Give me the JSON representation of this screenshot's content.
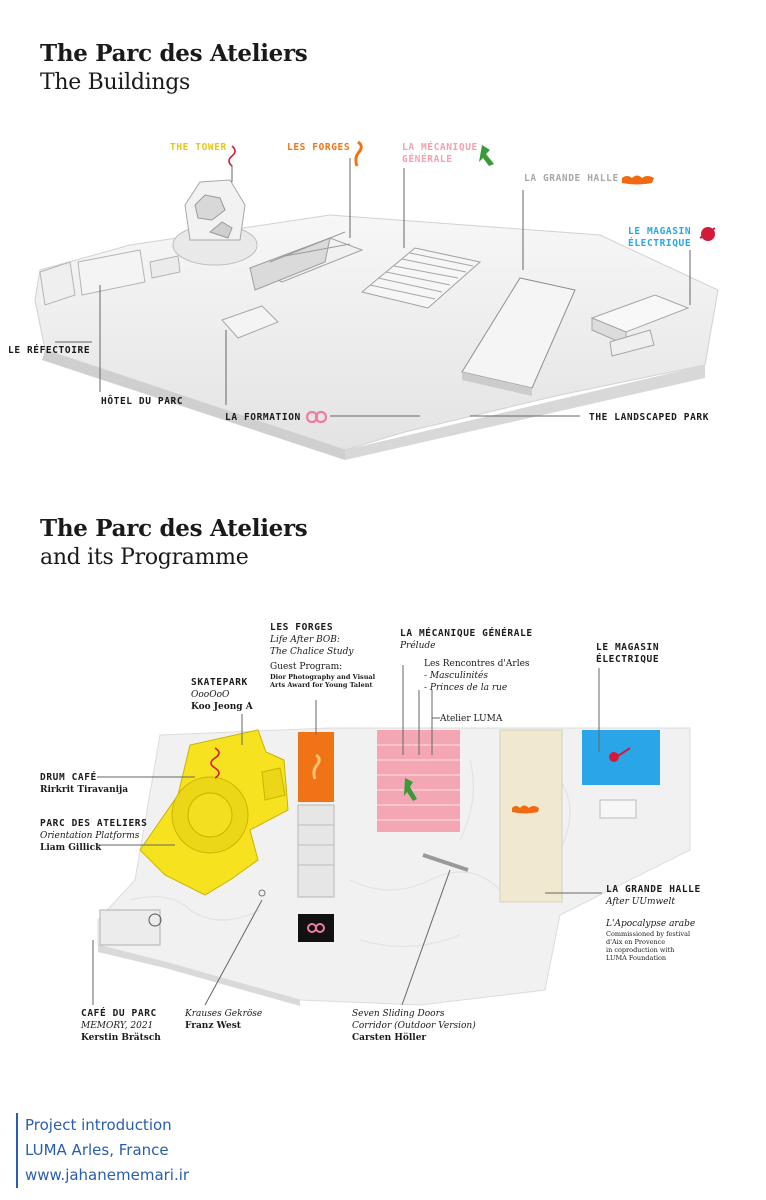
{
  "colors": {
    "tower": "#e8c61a",
    "forges": "#f07416",
    "mecanique": "#f4a0b0",
    "mecanique_green": "#3a9a3a",
    "grande_halle": "#f0e8d0",
    "grande_halle_accent": "#f06a10",
    "magasin": "#2aa5e8",
    "magasin_red": "#d41a3a",
    "formation_pink": "#f27ba0",
    "footer_blue": "#2a5db0"
  },
  "section1": {
    "title": "The Parc des Ateliers",
    "subtitle": "The Buildings",
    "labels": {
      "tower": "THE TOWER",
      "forges": "LES FORGES",
      "mecanique_1": "LA MÉCANIQUE",
      "mecanique_2": "GÉNÉRALE",
      "grande_halle": "LA GRANDE HALLE",
      "magasin_1": "LE MAGASIN",
      "magasin_2": "ÉLECTRIQUE",
      "refectoire": "LE RÉFECTOIRE",
      "hotel": "HÔTEL DU PARC",
      "formation": "LA FORMATION",
      "park": "THE LANDSCAPED PARK"
    }
  },
  "section2": {
    "title": "The Parc des Ateliers",
    "subtitle": "and its Programme",
    "forges": {
      "name": "LES FORGES",
      "work_1": "Life After BOB:",
      "work_2": "The Chalice Study",
      "guest": "Guest Program:",
      "award_1": "Dior Photography and Visual",
      "award_2": "Arts Award for Young Talent"
    },
    "mecanique": {
      "name": "LA MÉCANIQUE GÉNÉRALE",
      "work": "Prélude",
      "rencontres": "Les Rencontres d'Arles",
      "item_1": "- Masculinités",
      "item_2": "- Princes de la rue",
      "atelier": "Atelier LUMA"
    },
    "magasin": {
      "name_1": "LE MAGASIN",
      "name_2": "ÉLECTRIQUE"
    },
    "skatepark": {
      "name": "SKATEPARK",
      "work": "OooOoO",
      "artist": "Koo Jeong A"
    },
    "drum": {
      "name": "DRUM CAFÉ",
      "artist": "Rirkrit Tiravanija"
    },
    "parc": {
      "name": "PARC DES ATELIERS",
      "work": "Orientation Platforms",
      "artist": "Liam Gillick"
    },
    "grande_halle": {
      "name": "LA GRANDE HALLE",
      "work": "After UUmwelt",
      "work_2": "L'Apocalypse arabe",
      "note_1": "Commissioned by festival",
      "note_2": "d'Aix en Provence",
      "note_3": "in coproduction with",
      "note_4": "LUMA Foundation"
    },
    "cafe": {
      "name": "CAFÉ DU PARC",
      "work": "MEMORY, 2021",
      "artist": "Kerstin Brätsch"
    },
    "krauses": {
      "work": "Krauses Gekröse",
      "artist": "Franz West"
    },
    "sliding": {
      "work_1": "Seven Sliding Doors",
      "work_2": "Corridor (Outdoor Version)",
      "artist": "Carsten Höller"
    }
  },
  "footer": {
    "line_1": "Project introduction",
    "line_2": "LUMA Arles, France",
    "line_3": "www.jahanememari.ir"
  }
}
